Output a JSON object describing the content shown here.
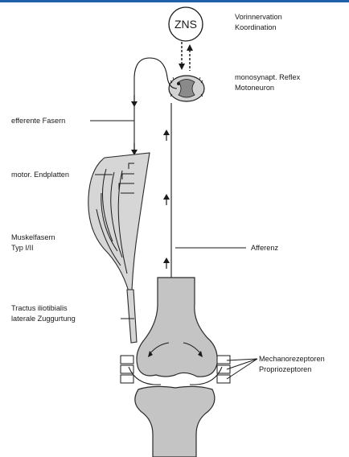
{
  "center_label": "ZNS",
  "labels": {
    "vorinnervation": "Vorinnervation",
    "koordination": "Koordination",
    "reflex": "monosynapt. Reflex",
    "motoneuron": "Motoneuron",
    "efferente": "efferente Fasern",
    "endplatten": "motor. Endplatten",
    "muskel1": "Muskelfasern",
    "muskel2": "Typ I/II",
    "afferenz": "Afferenz",
    "tractus1": "Tractus iliotibialis",
    "tractus2": "laterale Zuggurtung",
    "mechano": "Mechanorezeptoren",
    "proprio": "Propriozeptoren"
  },
  "colors": {
    "accent_rule": "#1f5fa8",
    "bone": "#c4c4c4",
    "ink": "#1a1a1a"
  }
}
